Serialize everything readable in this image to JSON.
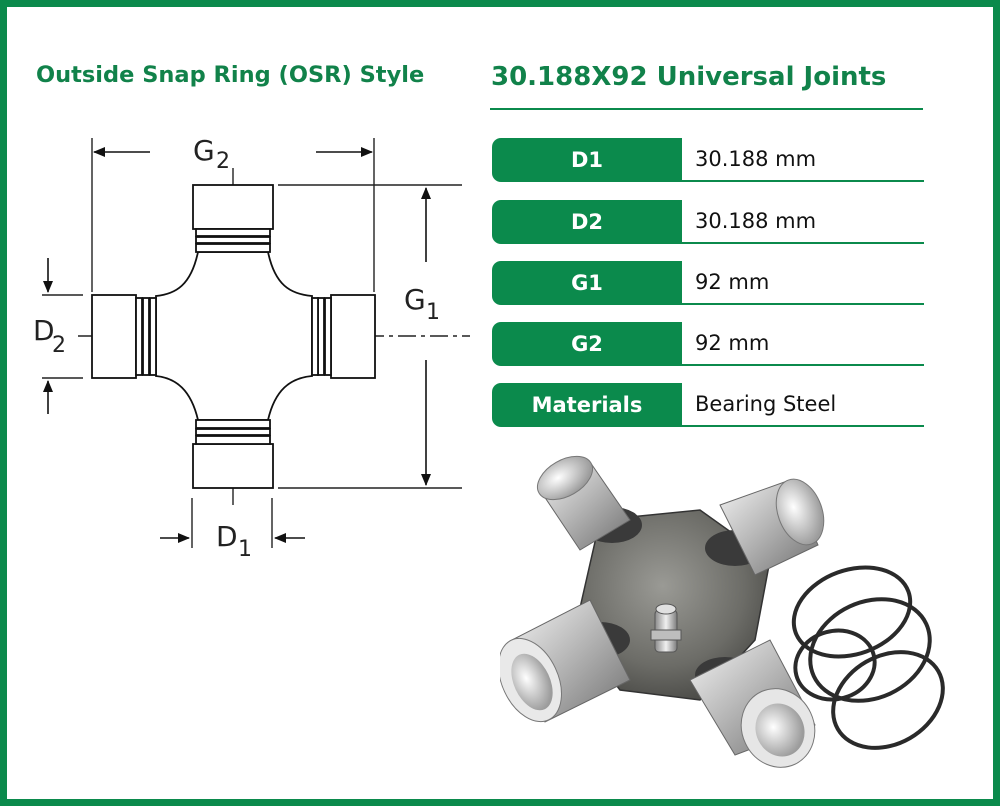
{
  "left_title": "Outside Snap Ring (OSR) Style",
  "right_title": "30.188X92 Universal Joints",
  "specs": [
    {
      "label": "D1",
      "value": "30.188 mm"
    },
    {
      "label": "D2",
      "value": "30.188 mm"
    },
    {
      "label": "G1",
      "value": "92 mm"
    },
    {
      "label": "G2",
      "value": "92 mm"
    },
    {
      "label": "Materials",
      "value": "Bearing Steel"
    }
  ],
  "diagram": {
    "g2_main": "G",
    "g2_sub": "2",
    "g1_main": "G",
    "g1_sub": "1",
    "d2_main": "D",
    "d2_sub": "2",
    "d1_main": "D",
    "d1_sub": "1"
  },
  "colors": {
    "accent": "#0b8a4c",
    "heading": "#11824a"
  }
}
